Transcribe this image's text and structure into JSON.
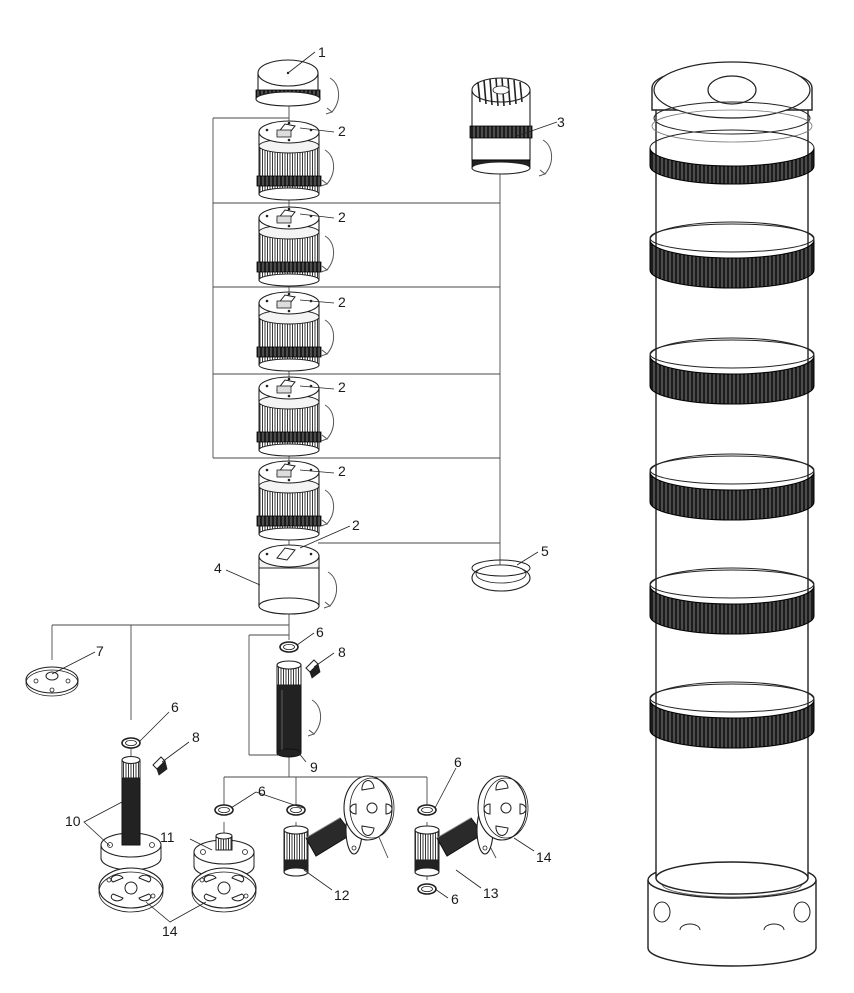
{
  "callouts": {
    "cap": "1",
    "module": "2",
    "buzzer": "3",
    "base_module": "4",
    "ring": "5",
    "seal": "6",
    "flange_plate": "7",
    "screw": "8",
    "tube": "9",
    "tube_mount": "10",
    "flange_mount": "11",
    "angle_mount_a": "12",
    "angle_mount_b": "13",
    "plate": "14"
  }
}
